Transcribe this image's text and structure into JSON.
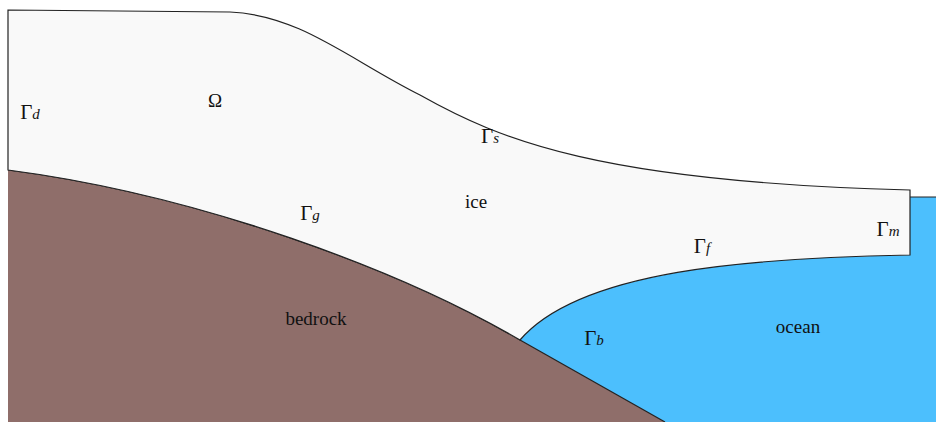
{
  "diagram": {
    "labels": [
      "Γd",
      "Ω",
      "Γs",
      "Γg",
      "ice",
      "Γf",
      "Γm",
      "bedrock",
      "Γb",
      "ocean"
    ]
  }
}
